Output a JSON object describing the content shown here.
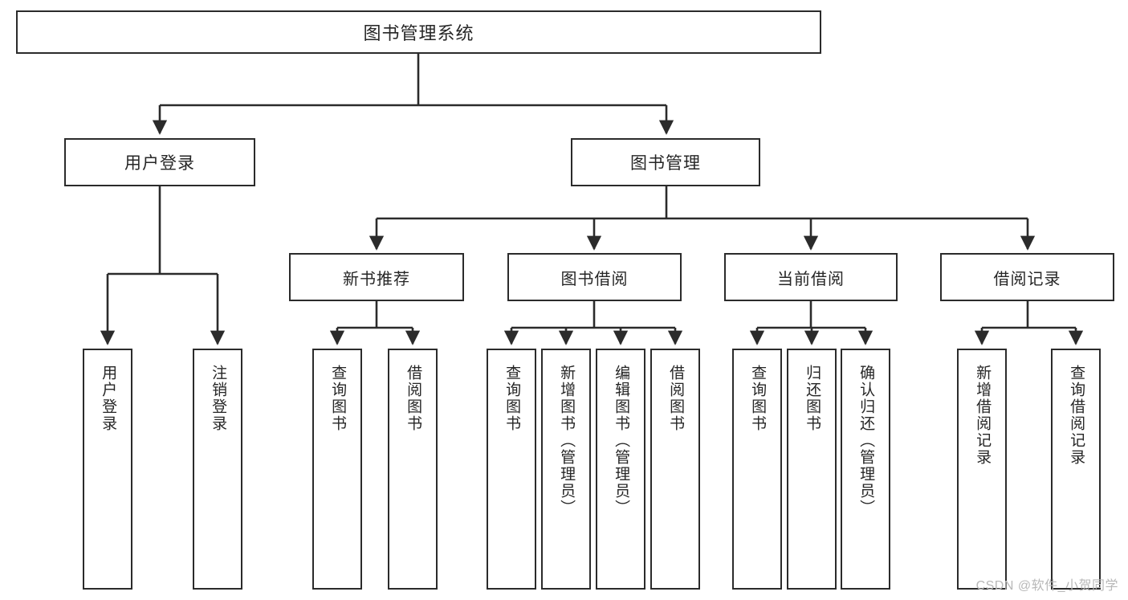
{
  "diagram": {
    "title": "图书管理系统",
    "type": "tree-hierarchy",
    "watermark": "CSDN @软件_小贺同学",
    "colors": {
      "box_border": "#2b2b2b",
      "box_fill": "#ffffff",
      "edge": "#2b2b2b",
      "text": "#262626",
      "watermark": "#b8b8b8"
    },
    "levels": {
      "root": "图书管理系统",
      "level2": [
        "用户登录",
        "图书管理"
      ],
      "level3": [
        "新书推荐",
        "图书借阅",
        "当前借阅",
        "借阅记录"
      ]
    },
    "nodes": {
      "root": {
        "label": "图书管理系统"
      },
      "user_login": {
        "label": "用户登录"
      },
      "book_manage": {
        "label": "图书管理"
      },
      "new_book_rec": {
        "label": "新书推荐"
      },
      "book_borrow": {
        "label": "图书借阅"
      },
      "current_borrow": {
        "label": "当前借阅"
      },
      "borrow_record": {
        "label": "借阅记录"
      },
      "leaf_user_login": {
        "label": "用户登录"
      },
      "leaf_user_logout": {
        "label": "注销登录"
      },
      "leaf_rec_query": {
        "label": "查询图书"
      },
      "leaf_rec_borrow": {
        "label": "借阅图书"
      },
      "leaf_borrow_query": {
        "label": "查询图书"
      },
      "leaf_borrow_add": {
        "label": "新增图书（管理员）"
      },
      "leaf_borrow_edit": {
        "label": "编辑图书（管理员）"
      },
      "leaf_borrow_do": {
        "label": "借阅图书"
      },
      "leaf_cur_query": {
        "label": "查询图书"
      },
      "leaf_cur_return": {
        "label": "归还图书"
      },
      "leaf_cur_confirm": {
        "label": "确认归还（管理员）"
      },
      "leaf_rec_add": {
        "label": "新增借阅记录"
      },
      "leaf_rec_query_rec": {
        "label": "查询借阅记录"
      }
    },
    "edges": [
      {
        "from": "root",
        "to": "user_login"
      },
      {
        "from": "root",
        "to": "book_manage"
      },
      {
        "from": "user_login",
        "to": "leaf_user_login"
      },
      {
        "from": "user_login",
        "to": "leaf_user_logout"
      },
      {
        "from": "book_manage",
        "to": "new_book_rec"
      },
      {
        "from": "book_manage",
        "to": "book_borrow"
      },
      {
        "from": "book_manage",
        "to": "current_borrow"
      },
      {
        "from": "book_manage",
        "to": "borrow_record"
      },
      {
        "from": "new_book_rec",
        "to": "leaf_rec_query"
      },
      {
        "from": "new_book_rec",
        "to": "leaf_rec_borrow"
      },
      {
        "from": "book_borrow",
        "to": "leaf_borrow_query"
      },
      {
        "from": "book_borrow",
        "to": "leaf_borrow_add"
      },
      {
        "from": "book_borrow",
        "to": "leaf_borrow_edit"
      },
      {
        "from": "book_borrow",
        "to": "leaf_borrow_do"
      },
      {
        "from": "current_borrow",
        "to": "leaf_cur_query"
      },
      {
        "from": "current_borrow",
        "to": "leaf_cur_return"
      },
      {
        "from": "current_borrow",
        "to": "leaf_cur_confirm"
      },
      {
        "from": "borrow_record",
        "to": "leaf_rec_add"
      },
      {
        "from": "borrow_record",
        "to": "leaf_rec_query_rec"
      }
    ]
  }
}
